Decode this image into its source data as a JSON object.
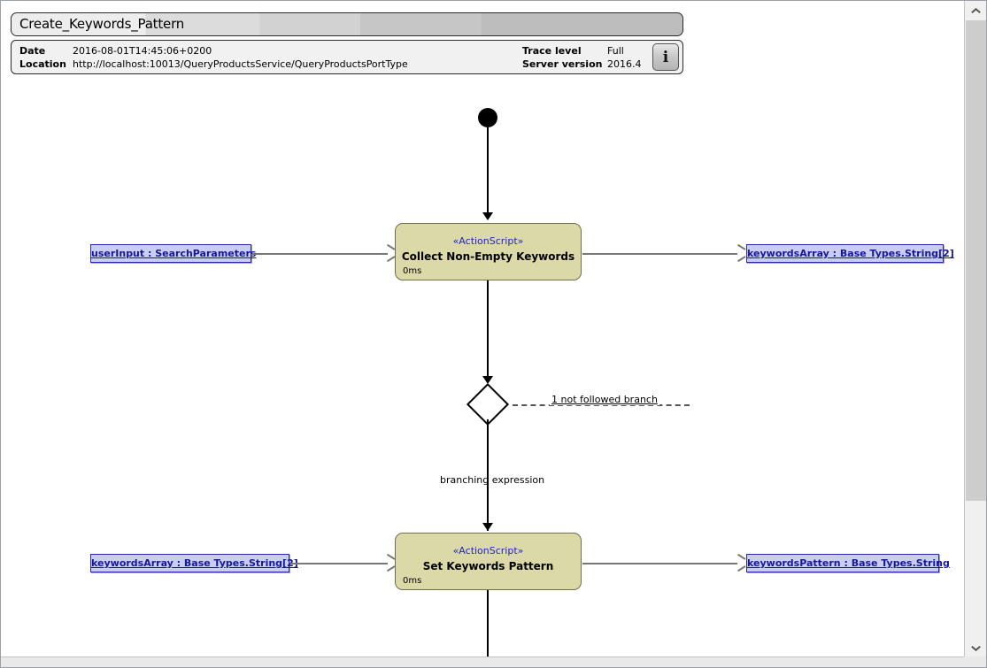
{
  "header": {
    "title": "Create_Keywords_Pattern",
    "info_button_glyph": "i",
    "fields": [
      {
        "key": "Date",
        "value": "2016-08-01T14:45:06+0200"
      },
      {
        "key": "Location",
        "value": "http://localhost:10013/QueryProductsService/QueryProductsPortType"
      }
    ],
    "right_fields": [
      {
        "key": "Trace level",
        "value": "Full"
      },
      {
        "key": "Server version",
        "value": "2016.4"
      }
    ]
  },
  "diagram": {
    "initial_node": "initial-node",
    "actions": [
      {
        "stereotype": "«ActionScript»",
        "name": "Collect Non-Empty Keywords",
        "duration": "0ms",
        "input_pin": "userInput : SearchParameters",
        "output_pin": "keywordsArray : Base Types.String[2]"
      },
      {
        "stereotype": "«ActionScript»",
        "name": "Set Keywords Pattern",
        "duration": "0ms",
        "input_pin": "keywordsArray : Base Types.String[2]",
        "output_pin": "keywordsPattern : Base Types.String"
      }
    ],
    "decision": {
      "branch_label": "1 not followed branch",
      "expression_label": "branching expression"
    }
  },
  "colors": {
    "action_fill": "#dcd9a8",
    "pin_fill": "#c9cdf0",
    "pin_border": "#2a2ab0",
    "stereotype_text": "#2424c8",
    "connector": "#777777"
  },
  "scrollbars": {
    "vertical_up": "chevron-up",
    "vertical_down": "chevron-down"
  }
}
